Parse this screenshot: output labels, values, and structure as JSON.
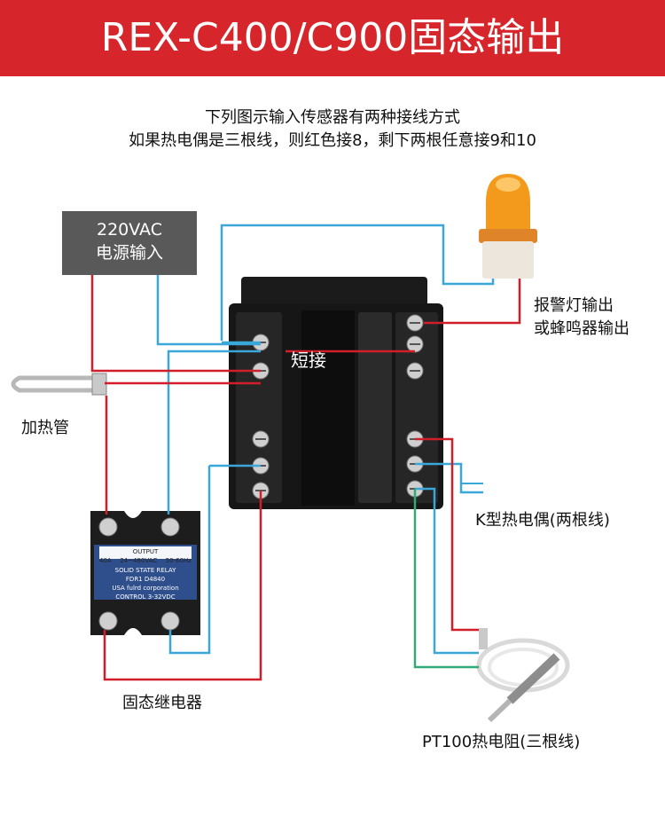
{
  "header": {
    "title": "REX-C400/C900固态输出"
  },
  "notes": {
    "line1": "下列图示输入传感器有两种接线方式",
    "line2": "如果热电偶是三根线，则红色接8，剩下两根任意接9和10"
  },
  "power": {
    "line1": "220VAC",
    "line2": "电源输入"
  },
  "labels": {
    "alarm_line1": "报警灯输出",
    "alarm_line2": "或蜂鸣器输出",
    "short": "短接",
    "heater": "加热管",
    "thermocouple": "K型热电偶(两根线)",
    "relay": "固态继电器",
    "rtd": "PT100热电阻(三根线)"
  },
  "relay_print": {
    "output": "OUTPUT",
    "rating_a": "40A",
    "rating_v": "24~480VAC",
    "rating_hz": "50-60Hz",
    "type": "SOLID STATE RELAY",
    "model": "FDR1 D4840",
    "maker": "USA fulrd corporation",
    "control": "CONTROL 3-32VDC"
  },
  "colors": {
    "banner": "#d6262b",
    "wire_red": "#d11f2a",
    "wire_blue": "#3ba7d8",
    "wire_green": "#33a978",
    "controller": "#161616",
    "lamp": "#f39a1c"
  }
}
